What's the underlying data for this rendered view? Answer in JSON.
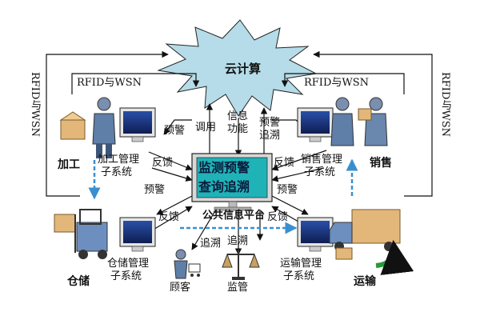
{
  "diagram": {
    "cloud": "云计算",
    "platform_line1": "监测预警",
    "platform_line2": "查询追溯",
    "platform_caption": "公共信息平台",
    "rfid_left_top": "RFID与WSN",
    "rfid_right_top": "RFID与WSN",
    "rfid_left_side": "RFID与WSN",
    "rfid_right_side": "RFID与WSN",
    "info_func_1": "信息",
    "info_func_2": "功能",
    "diaoyong": "调用",
    "yujing_tl": "预警",
    "fankui_l": "反馈",
    "yujing_l": "预警",
    "fankui_bl": "反馈",
    "yujing_tr": "预警",
    "zhuisu_tr": "追溯",
    "fankui_r": "反馈",
    "yujing_r": "预警",
    "fankui_br": "反馈",
    "zhuisu_b1": "追溯",
    "zhuisu_b2": "追溯",
    "jiagong": "加工",
    "jiagong_sys1": "加工管理",
    "jiagong_sys2": "子系统",
    "xiaoshou": "销售",
    "xiaoshou_sys1": "销售管理",
    "xiaoshou_sys2": "子系统",
    "cangchu": "仓储",
    "cangchu_sys1": "仓储管理",
    "cangchu_sys2": "子系统",
    "yunshu": "运输",
    "yunshu_sys1": "运输管理",
    "yunshu_sys2": "子系统",
    "guke": "顾客",
    "jianguan": "监管"
  },
  "colors": {
    "cloud": "#b5dce8",
    "screen": "#1fb3b8",
    "monitor_frame": "#e6e6e6",
    "monitor_screen": "#1a2e6e",
    "dash_arrow": "#3a8fd0",
    "line": "#111111"
  }
}
